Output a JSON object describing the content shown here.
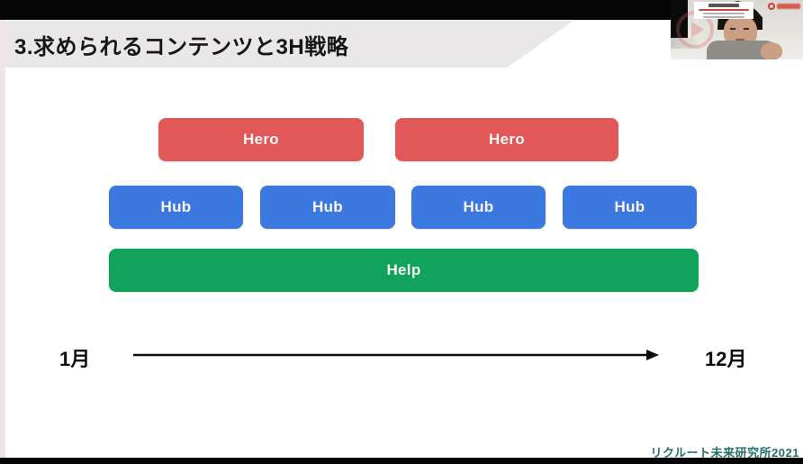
{
  "slide": {
    "title": "3.求められるコンテンツと3H戦略",
    "hero_boxes": [
      {
        "label": "Hero"
      },
      {
        "label": "Hero"
      }
    ],
    "hub_boxes": [
      {
        "label": "Hub"
      },
      {
        "label": "Hub"
      },
      {
        "label": "Hub"
      },
      {
        "label": "Hub"
      }
    ],
    "help_box": {
      "label": "Help"
    },
    "timeline": {
      "start_label": "1月",
      "end_label": "12月"
    },
    "footer_credit": "リクルート未来研究所2021",
    "colors": {
      "hero": "#e25758",
      "hub": "#3b79e1",
      "help": "#11a25c",
      "title_bar": "#e9e7e7",
      "footer_text": "#26716a",
      "letterbox": "#050505"
    }
  },
  "webcam": {
    "name_card_icon": "speaker-name-card",
    "logo_icon": "red-brand-logo",
    "watermark_icon": "play-watermark",
    "brand_color": "#d43a2c"
  }
}
